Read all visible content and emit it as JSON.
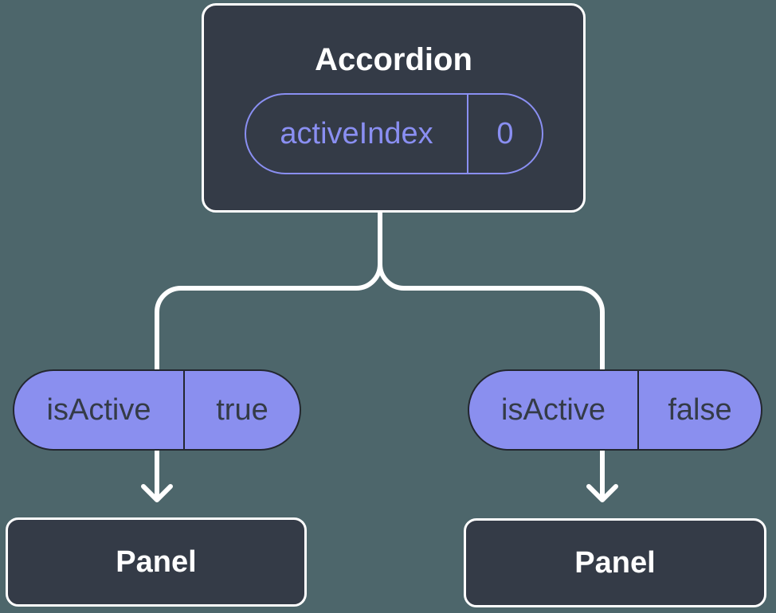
{
  "root": {
    "title": "Accordion",
    "state": {
      "name": "activeIndex",
      "value": "0"
    }
  },
  "children": [
    {
      "prop": {
        "name": "isActive",
        "value": "true"
      },
      "title": "Panel"
    },
    {
      "prop": {
        "name": "isActive",
        "value": "false"
      },
      "title": "Panel"
    }
  ],
  "colors": {
    "background": "#4D666B",
    "node_fill": "#343B47",
    "node_text": "#FFFFFF",
    "pill_fill": "#8A8FEF",
    "pill_border": "#23272F",
    "pill_text": "#343B47",
    "accent_purple": "#8A8FF2",
    "connector": "#FFFFFF"
  }
}
